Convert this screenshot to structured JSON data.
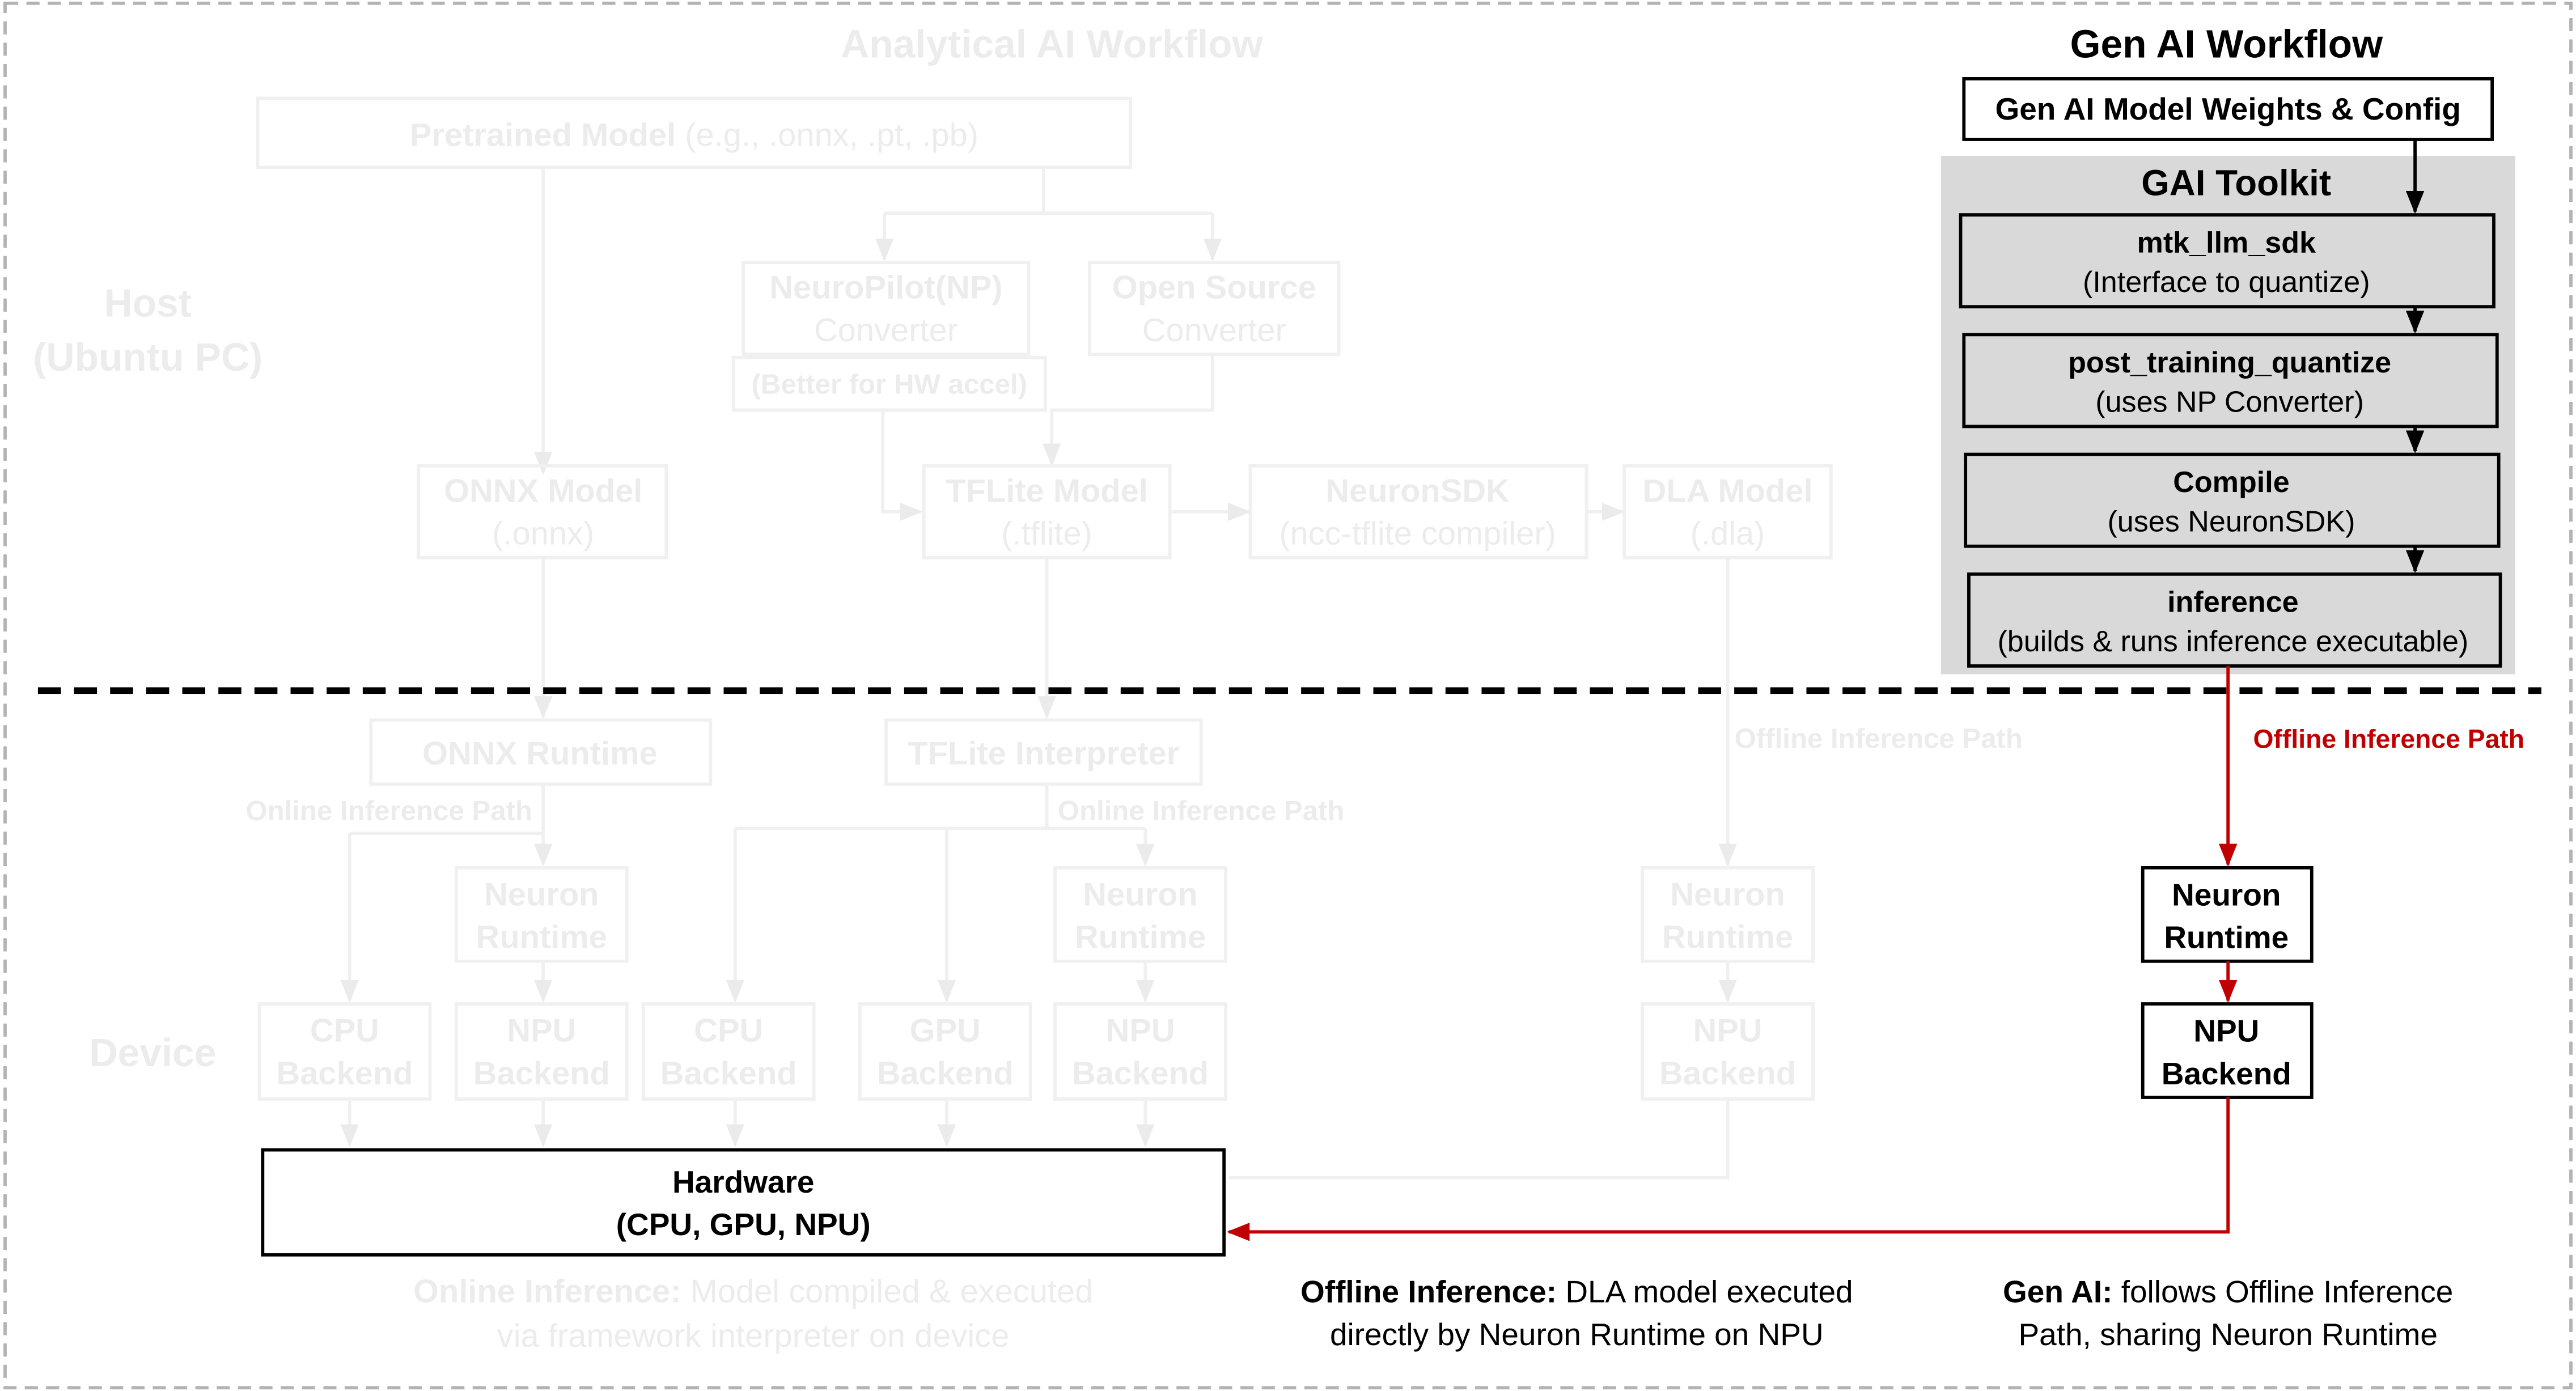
{
  "colors": {
    "faded_stroke": "#f0f0f0",
    "faded_text": "#ececec",
    "active_stroke": "#000000",
    "toolkit_bg": "#d9d9d9",
    "step_bg": "#d9d9d9",
    "red_path": "#c00000",
    "frame_dash": "#b3b3b3"
  },
  "analytical": {
    "title": "Analytical AI Workflow",
    "host_label_line1": "Host",
    "host_label_line2": "(Ubuntu PC)",
    "device_label": "Device",
    "pretrained": {
      "bold": "Pretrained Model",
      "rest": " (e.g., .onnx, .pt, .pb)"
    },
    "np_converter": {
      "line1": "NeuroPilot(NP)",
      "line2": "Converter",
      "note": "(Better for HW accel)"
    },
    "os_converter": {
      "line1": "Open Source",
      "line2": "Converter"
    },
    "onnx_model": {
      "line1": "ONNX Model",
      "line2": "(.onnx)"
    },
    "tflite_model": {
      "line1": "TFLite Model",
      "line2": "(.tflite)"
    },
    "neuronsdk": {
      "line1": "NeuronSDK",
      "line2": "(ncc-tflite compiler)"
    },
    "dla_model": {
      "line1": "DLA Model",
      "line2": "(.dla)"
    },
    "onnx_runtime": "ONNX Runtime",
    "tflite_interpreter": "TFLite Interpreter",
    "online_path_left": "Online Inference Path",
    "online_path_right": "Online Inference Path",
    "offline_path_faded": "Offline Inference Path",
    "neuron_runtime": {
      "line1": "Neuron",
      "line2": "Runtime"
    },
    "cpu_backend": {
      "line1": "CPU",
      "line2": "Backend"
    },
    "npu_backend": {
      "line1": "NPU",
      "line2": "Backend"
    },
    "gpu_backend": {
      "line1": "GPU",
      "line2": "Backend"
    },
    "online_caption": {
      "bold": "Online Inference:",
      "rest": " Model compiled & executed",
      "line2": "via framework interpreter on device"
    }
  },
  "genai": {
    "title": "Gen AI Workflow",
    "weights": "Gen AI Model Weights & Config",
    "toolkit_title": "GAI Toolkit",
    "steps": [
      {
        "name": "mtk_llm_sdk",
        "desc": "(Interface to quantize)"
      },
      {
        "name": "post_training_quantize",
        "desc": "(uses NP Converter)"
      },
      {
        "name": "Compile",
        "desc": "(uses NeuronSDK)"
      },
      {
        "name": "inference",
        "desc": "(builds & runs inference executable)"
      }
    ],
    "offline_path_label": "Offline Inference Path",
    "neuron_runtime": {
      "line1": "Neuron",
      "line2": "Runtime"
    },
    "npu_backend": {
      "line1": "NPU",
      "line2": "Backend"
    }
  },
  "hardware": {
    "line1": "Hardware",
    "line2": "(CPU, GPU, NPU)"
  },
  "captions": {
    "offline": {
      "bold": "Offline Inference:",
      "rest": " DLA model executed",
      "line2": "directly by Neuron Runtime on NPU"
    },
    "genai": {
      "bold": "Gen AI:",
      "rest": " follows Offline Inference",
      "line2": "Path, sharing Neuron Runtime"
    }
  }
}
